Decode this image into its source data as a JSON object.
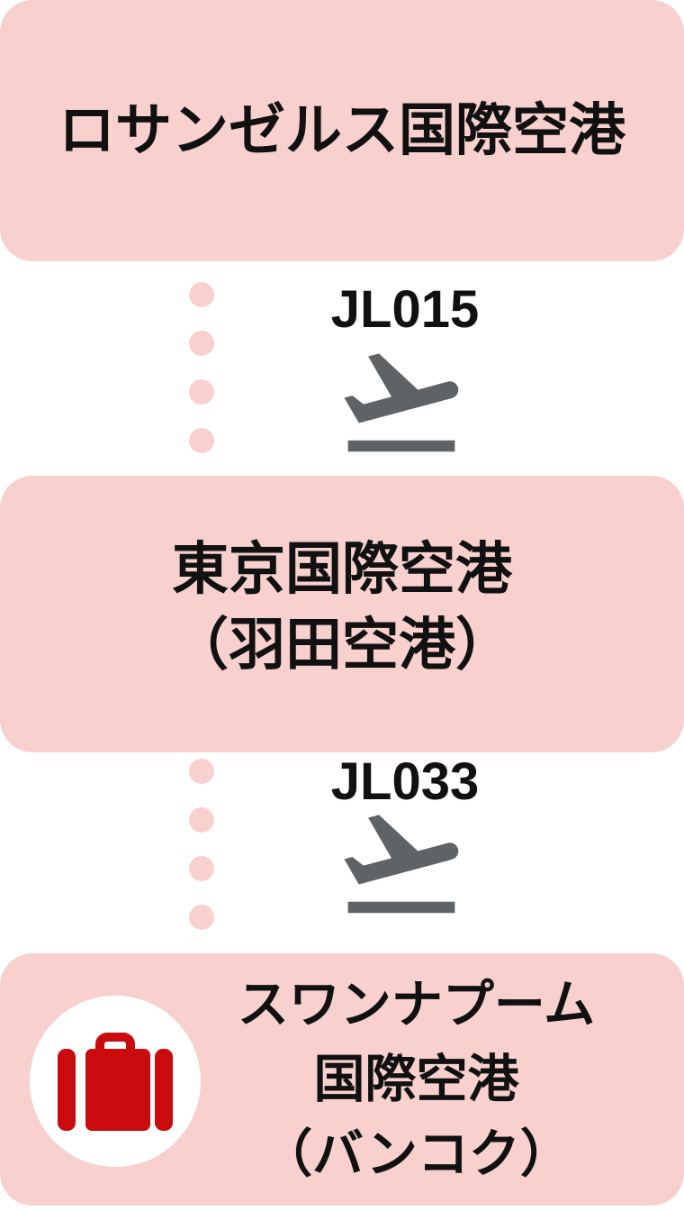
{
  "colors": {
    "pink": "#f8d1cf",
    "red": "#c90b0e",
    "gray": "#606366",
    "text": "#111111",
    "white": "#ffffff"
  },
  "itinerary": {
    "airports": [
      {
        "id": "departure",
        "lines": [
          "ロサンゼルス国際空港"
        ]
      },
      {
        "id": "transit",
        "lines": [
          "東京国際空港",
          "（羽田空港）"
        ]
      },
      {
        "id": "arrival",
        "lines": [
          "スワンナプーム",
          "国際空港",
          "（バンコク）"
        ],
        "icon": "suitcase-icon"
      }
    ],
    "flights": [
      {
        "number": "JL015",
        "icon": "flight-takeoff-icon",
        "dots": 4
      },
      {
        "number": "JL033",
        "icon": "flight-takeoff-icon",
        "dots": 4
      }
    ]
  }
}
